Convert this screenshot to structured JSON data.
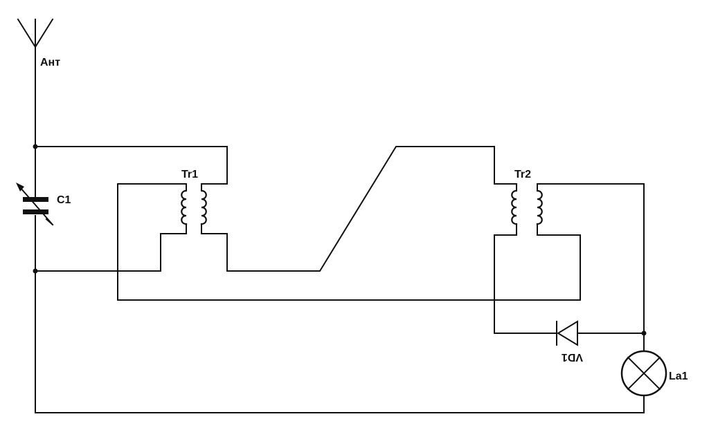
{
  "components": {
    "antenna": {
      "label": "Ант"
    },
    "capacitor": {
      "label": "C1"
    },
    "transformer_1": {
      "label": "Tr1"
    },
    "transformer_2": {
      "label": "Tr2"
    },
    "diode": {
      "label": "VD1"
    },
    "lamp": {
      "label": "La1"
    }
  }
}
